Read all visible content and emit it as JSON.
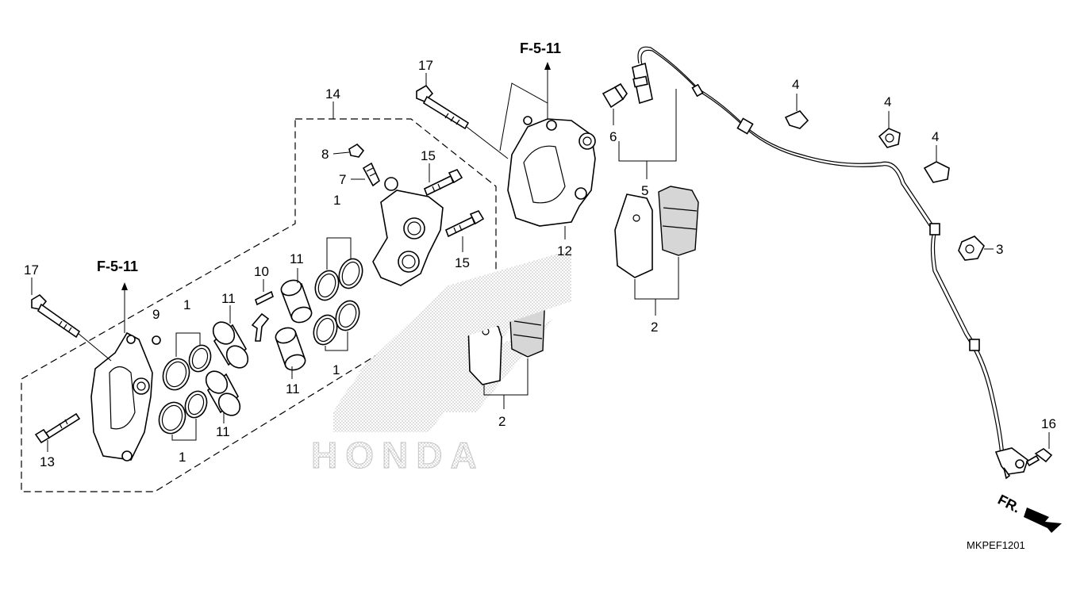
{
  "references": {
    "left": "F-5-11",
    "right": "F-5-11"
  },
  "parts": [
    {
      "id": "1"
    },
    {
      "id": "2"
    },
    {
      "id": "3"
    },
    {
      "id": "4"
    },
    {
      "id": "5"
    },
    {
      "id": "6"
    },
    {
      "id": "7"
    },
    {
      "id": "8"
    },
    {
      "id": "9"
    },
    {
      "id": "10"
    },
    {
      "id": "11"
    },
    {
      "id": "12"
    },
    {
      "id": "13"
    },
    {
      "id": "14"
    },
    {
      "id": "15"
    },
    {
      "id": "16"
    },
    {
      "id": "17"
    }
  ],
  "labels": {
    "p1": "1",
    "p2": "2",
    "p3": "3",
    "p4": "4",
    "p5": "5",
    "p6": "6",
    "p7": "7",
    "p8": "8",
    "p9": "9",
    "p10": "10",
    "p11": "11",
    "p12": "12",
    "p13": "13",
    "p14": "14",
    "p15": "15",
    "p16": "16",
    "p17": "17"
  },
  "watermark": "HONDA",
  "direction": "FR.",
  "diagram_code": "MKPEF1201"
}
